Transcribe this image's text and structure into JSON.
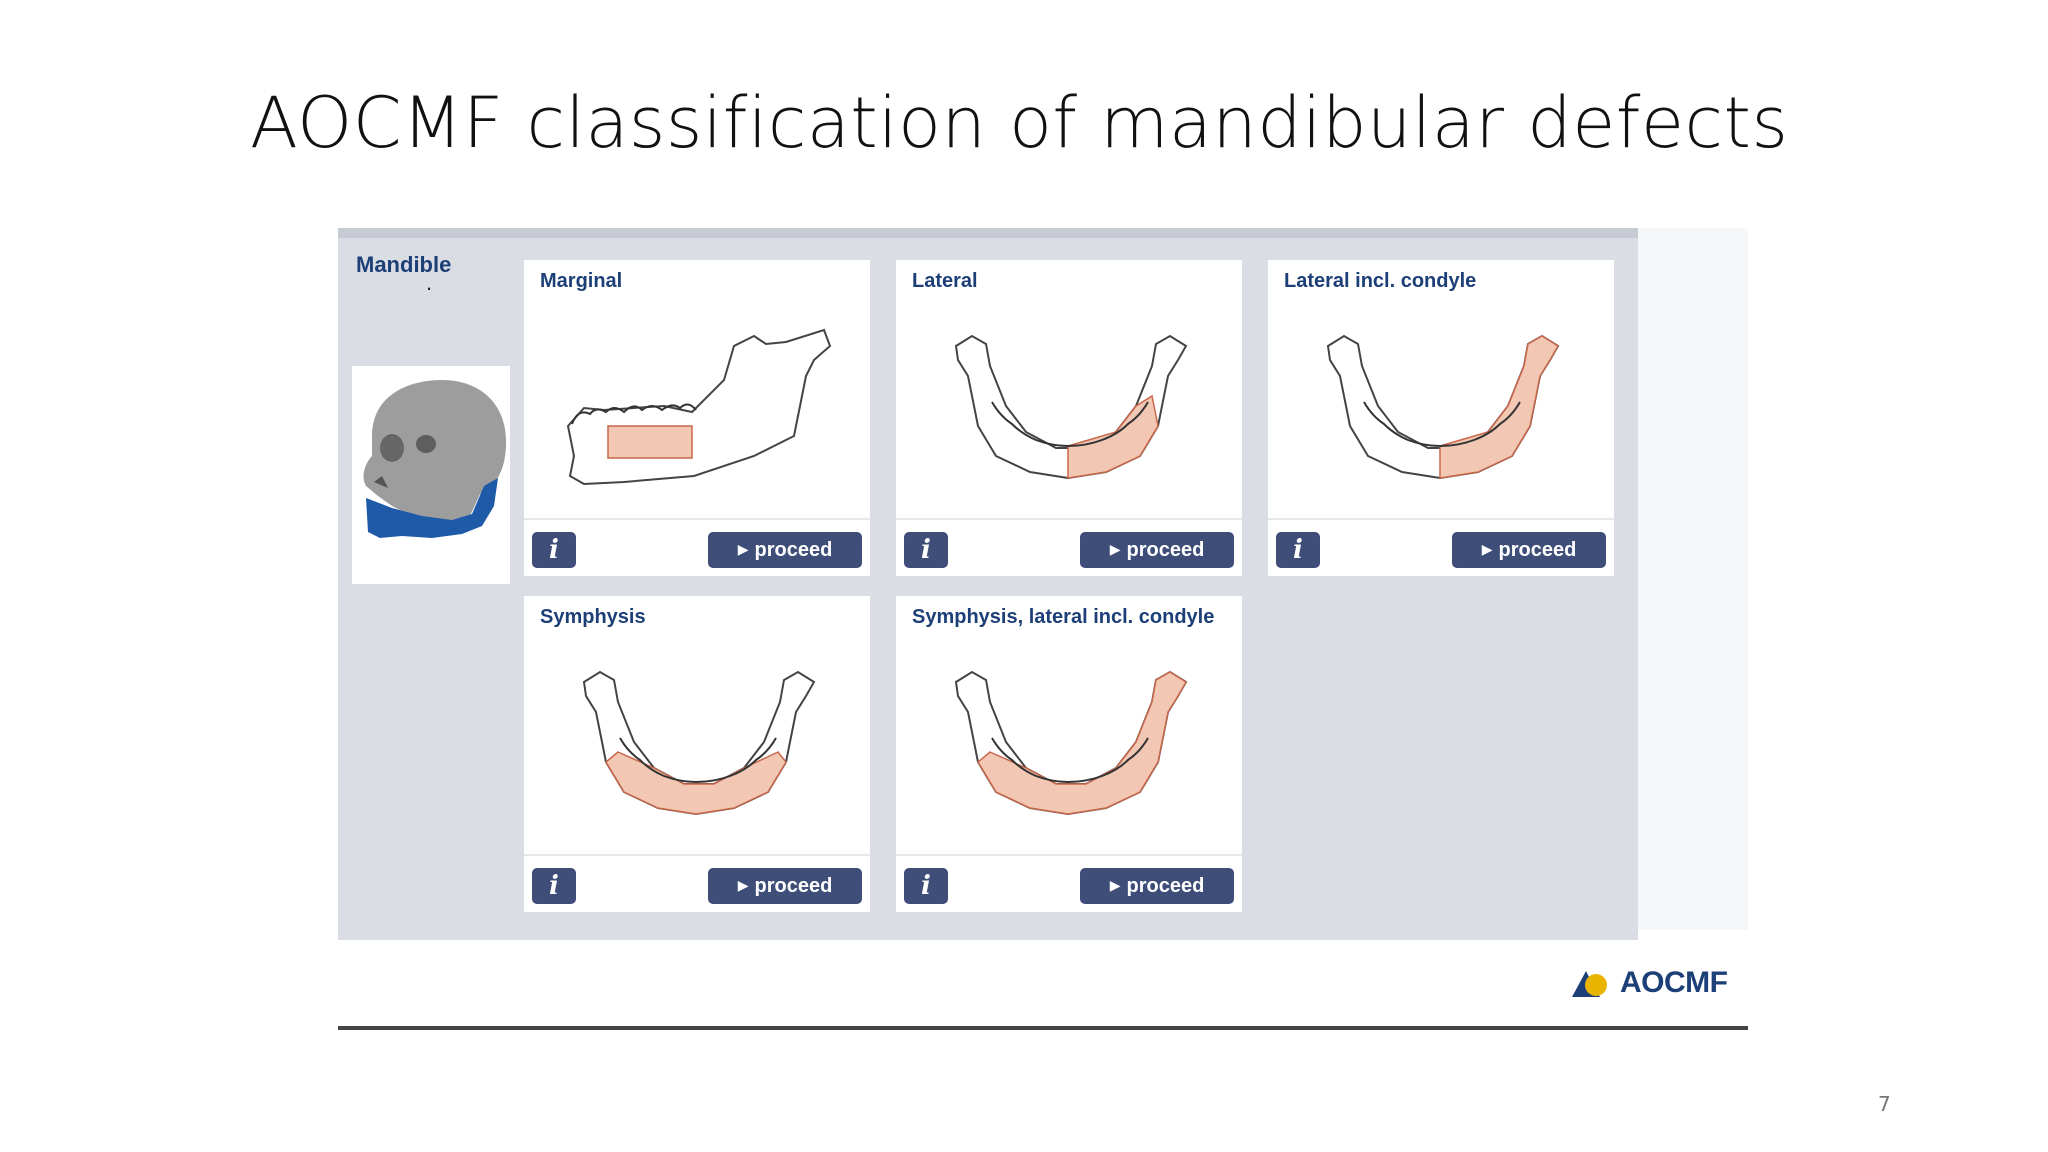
{
  "slide": {
    "title": "AOCMF classification of mandibular defects",
    "page_number": "7"
  },
  "screenshot": {
    "left_panel": {
      "title": "Mandible",
      "dot": "."
    },
    "cards": [
      {
        "title": "Marginal",
        "info_label": "i",
        "proceed_label": "proceed"
      },
      {
        "title": "Lateral",
        "info_label": "i",
        "proceed_label": "proceed"
      },
      {
        "title": "Lateral incl. condyle",
        "info_label": "i",
        "proceed_label": "proceed"
      },
      {
        "title": "Symphysis",
        "info_label": "i",
        "proceed_label": "proceed"
      },
      {
        "title": "Symphysis, lateral incl. condyle",
        "info_label": "i",
        "proceed_label": "proceed"
      }
    ],
    "logo_text": "AOCMF"
  },
  "colors": {
    "accent_navy": "#1d3f77",
    "button": "#3e4e79",
    "panel_bg": "#dadde3",
    "defect_highlight": "#f2c8b4",
    "skull_jaw": "#1f5aa8"
  },
  "icons": {
    "info": "info-icon",
    "proceed": "play-triangle-icon",
    "skull": "skull-mandible-icon",
    "logo": "aocmf-logo-icon"
  }
}
